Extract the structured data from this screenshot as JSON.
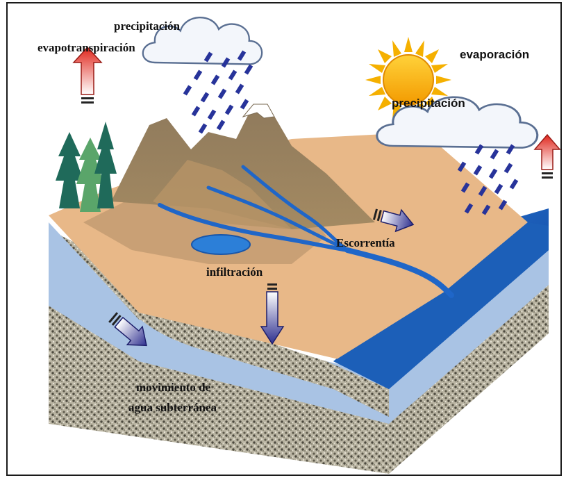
{
  "labels": {
    "precipitacion_left": "precipitación",
    "evapotranspiracion": "evapotranspiración",
    "evaporacion": "evaporación",
    "precipitacion_right": "precipitación",
    "escorrentia": "Escorrentía",
    "infiltracion": "infiltración",
    "movimiento_line1": "movimiento de",
    "movimiento_line2": "agua subterránea"
  },
  "colors": {
    "border": "#1a1a1a",
    "mountain": "#8b7355",
    "ground": "#e8b888",
    "water": "#1c5fb8",
    "groundwater": "#aec8e6",
    "gravel": "#8e8a7a",
    "rain": "#27339a",
    "sun": "#f5b000",
    "arrow_up": "#d8302a",
    "arrow_blue": "#2c2f8a"
  },
  "icons": [
    "cloud-icon",
    "rain-icon",
    "sun-icon",
    "tree-icon",
    "arrow-up-icon",
    "arrow-down-icon",
    "arrow-right-icon"
  ]
}
